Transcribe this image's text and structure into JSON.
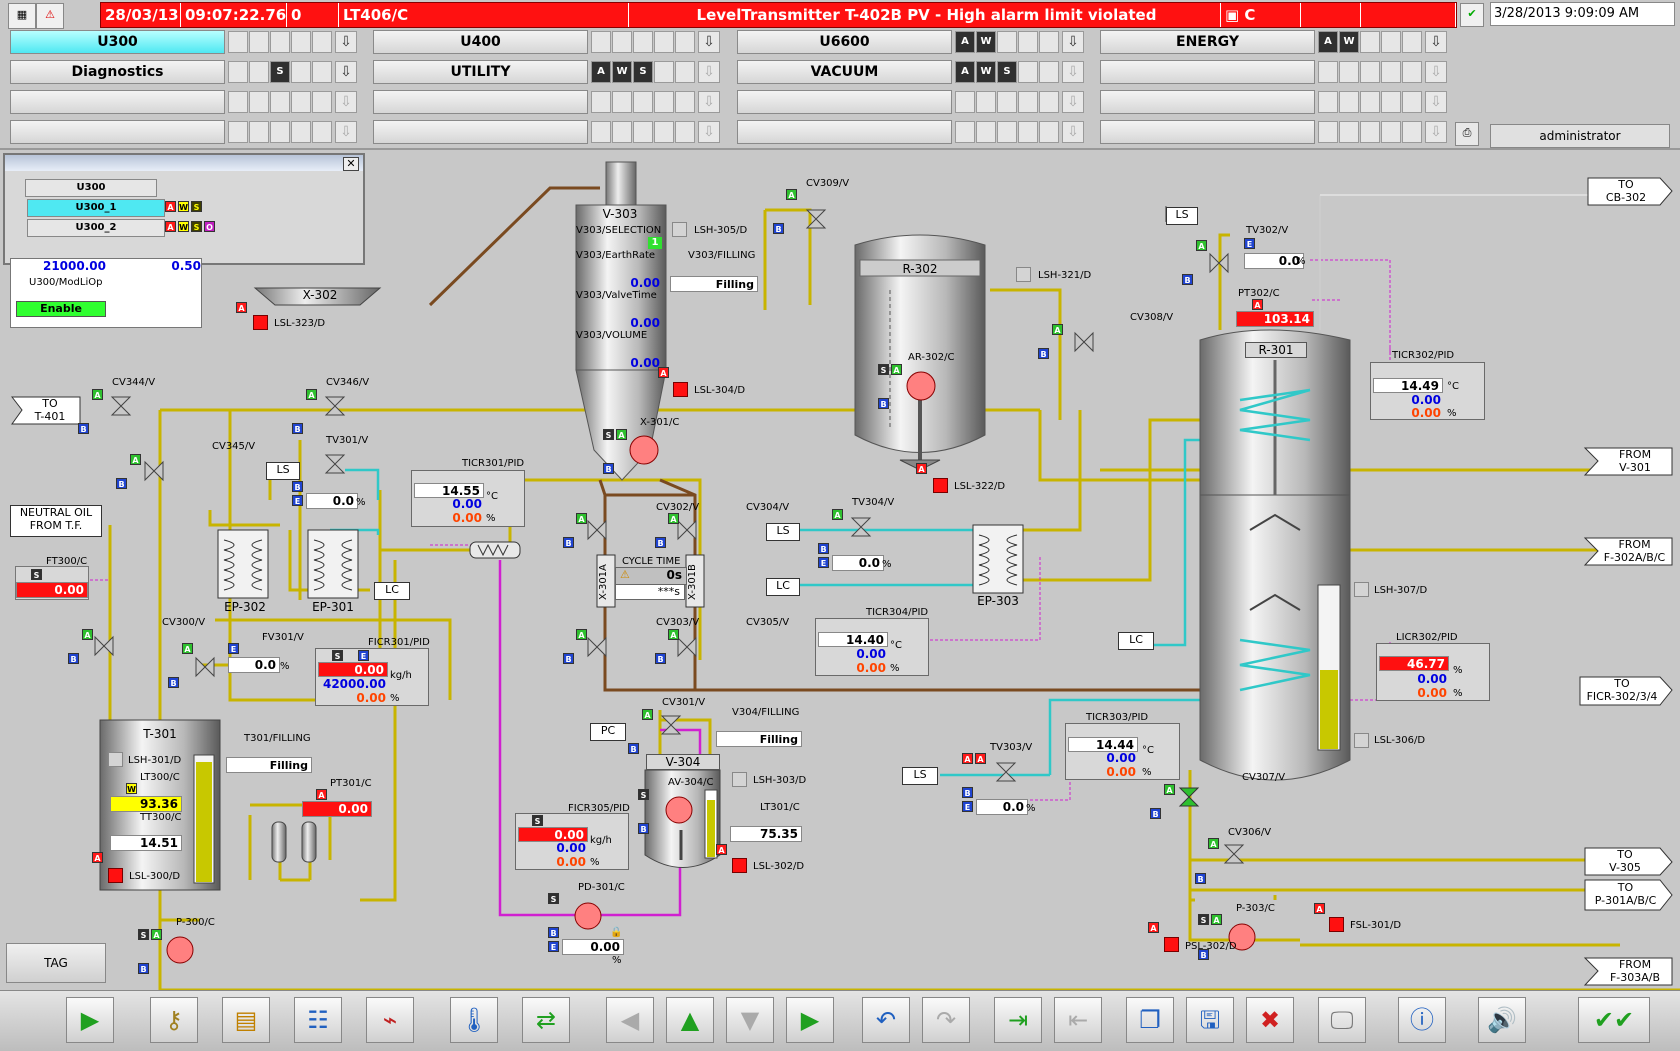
{
  "alarm": {
    "date": "28/03/13",
    "time": "09:07:22.764",
    "num": "0",
    "tag": "LT406/C",
    "message": "LevelTransmitter T-402B PV - High alarm limit violated",
    "cls": "C"
  },
  "clock": "3/28/2013 9:09:09 AM",
  "user": "administrator",
  "areas": {
    "u300": "U300",
    "u400": "U400",
    "u6600": "U6600",
    "energy": "ENERGY",
    "diagnostics": "Diagnostics",
    "utility": "UTILITY",
    "vacuum": "VACUUM"
  },
  "tree": {
    "root": "U300",
    "item1": "U300_1",
    "item2": "U300_2",
    "partial_val1": "21000.00",
    "partial_val2": "0.50",
    "modlio": "U300/ModLiOp",
    "enable": "Enable"
  },
  "tag_btn": "TAG",
  "tags": {
    "v303": "V-303",
    "v303sel": "V303/SELECTION",
    "v303earth": "V303/EarthRate",
    "v303valve": "V303/ValveTime",
    "v303vol": "V303/VOLUME",
    "v303filling": "V303/FILLING",
    "filling": "Filling",
    "lsh305": "LSH-305/D",
    "lsl304": "LSL-304/D",
    "x302": "X-302",
    "lsl323": "LSL-323/D",
    "cv309": "CV309/V",
    "r302": "R-302",
    "lsh321": "LSH-321/D",
    "ar302": "AR-302/C",
    "lsl322": "LSL-322/D",
    "cv308": "CV308/V",
    "tv302": "TV302/V",
    "pt302": "PT302/C",
    "r301": "R-301",
    "ticr302": "TICR302/PID",
    "to_cb302": "TO\nCB-302",
    "from_v301": "FROM\nV-301",
    "from_f302": "FROM\nF-302A/B/C",
    "lsh307": "LSH-307/D",
    "licr302": "LICR302/PID",
    "to_ficr302": "TO\nFICR-302/3/4",
    "lsl306": "LSL-306/D",
    "cv307": "CV307/V",
    "cv306": "CV306/V",
    "to_v305": "TO\nV-305",
    "to_p301": "TO\nP-301A/B/C",
    "p303": "P-303/C",
    "fsl301": "FSL-301/D",
    "psl302": "PSL-302/D",
    "from_f303": "FROM\nF-303A/B",
    "cv344": "CV344/V",
    "cv346": "CV346/V",
    "cv345": "CV345/V",
    "to_t401": "TO\nT-401",
    "tv301": "TV301/V",
    "ticr301": "TICR301/PID",
    "neutral": "NEUTRAL OIL\nFROM T.F.",
    "ft300": "FT300/C",
    "ep302": "EP-302",
    "ep301": "EP-301",
    "x301": "X-301/C",
    "cv302": "CV302/V",
    "cv304": "CV304/V",
    "x301a": "X-301A",
    "x301b": "X-301B",
    "cycle": "CYCLE TIME",
    "cv303": "CV303/V",
    "cv305": "CV305/V",
    "tv304": "TV304/V",
    "ep303": "EP-303",
    "ticr304": "TICR304/PID",
    "cv300": "CV300/V",
    "fv301": "FV301/V",
    "ficr301": "FICR301/PID",
    "t301": "T-301",
    "t301filling": "T301/FILLING",
    "lsh301": "LSH-301/D",
    "lt300": "LT300/C",
    "tt300": "TT300/C",
    "lsl300": "LSL-300/D",
    "pt301": "PT301/C",
    "p300": "P-300/C",
    "cv301": "CV301/V",
    "v304filling": "V304/FILLING",
    "v304": "V-304",
    "av304": "AV-304/C",
    "lsh303": "LSH-303/D",
    "lt301": "LT301/C",
    "lsl302": "LSL-302/D",
    "ficr305": "FICR305/PID",
    "pd301": "PD-301/C",
    "ticr303": "TICR303/PID",
    "tv303": "TV303/V",
    "ls": "LS",
    "lc": "LC",
    "pc": "PC"
  },
  "values": {
    "v303sel": "1",
    "v303earth": "0.00",
    "v303valve": "0.00",
    "v303vol": "0.00",
    "tv302": "0.0",
    "pt302": "103.14",
    "ticr302_pv": "14.49",
    "ticr302_sp": "0.00",
    "ticr302_out": "0.00",
    "licr302_pv": "46.77",
    "licr302_sp": "0.00",
    "licr302_out": "0.00",
    "tv301": "0.0",
    "ticr301_pv": "14.55",
    "ticr301_sp": "0.00",
    "ticr301_out": "0.00",
    "ft300": "0.00",
    "cycle_val": "0s",
    "cycle_val2": "***s",
    "tv304": "0.0",
    "ticr304_pv": "14.40",
    "ticr304_sp": "0.00",
    "ticr304_out": "0.00",
    "fv301": "0.0",
    "ficr301_pv": "0.00",
    "ficr301_sp": "42000.00",
    "ficr301_out": "0.00",
    "lt300": "93.36",
    "tt300": "14.51",
    "pt301": "0.00",
    "lt301": "75.35",
    "ficr305_pv": "0.00",
    "ficr305_sp": "0.00",
    "ficr305_out": "0.00",
    "pd301": "0.00",
    "ticr303_pv": "14.44",
    "ticr303_sp": "0.00",
    "ticr303_out": "0.00",
    "tv303": "0.0"
  },
  "units": {
    "pct": "%",
    "degc": "°C",
    "kgh": "kg/h"
  }
}
